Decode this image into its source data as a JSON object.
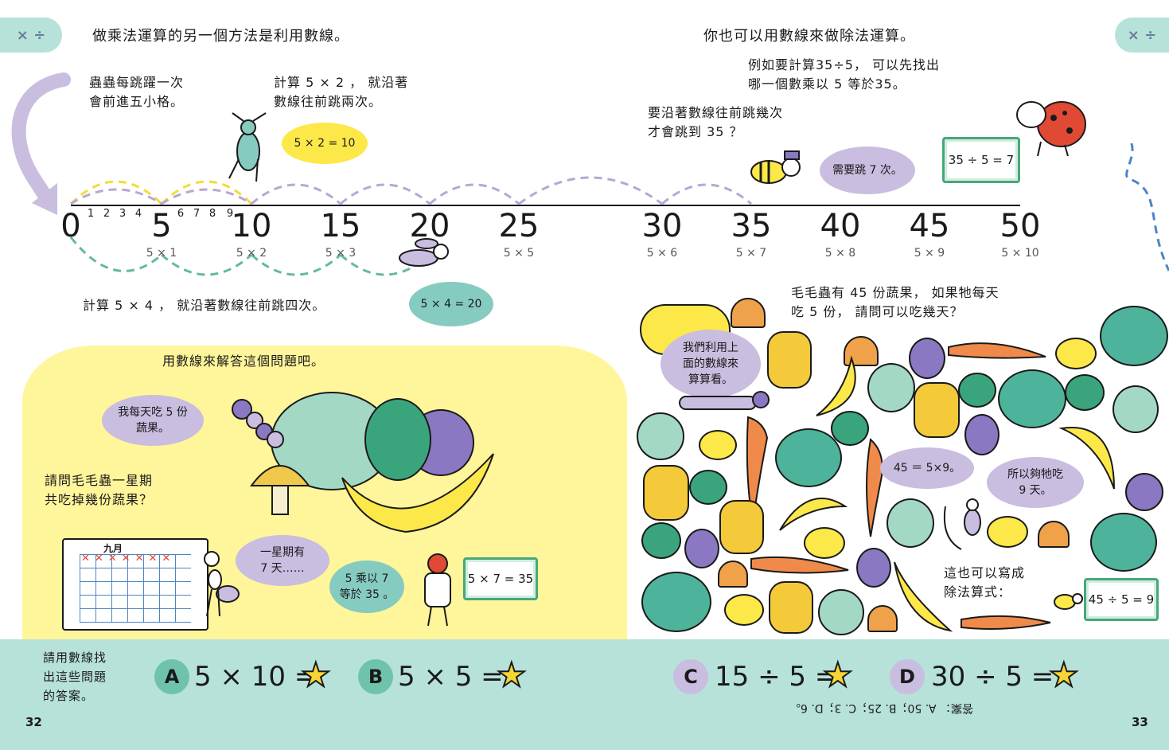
{
  "corner_left": {
    "symbol": "× ÷"
  },
  "corner_right": {
    "symbol": "× ÷"
  },
  "intro_left": "做乘法運算的另一個方法是利用數線。",
  "intro_right": "你也可以用數線來做除法運算。",
  "bug_note": "蟲蟲每跳躍一次\n會前進五小格。",
  "calc_5x2_note": "計算 5 × 2 ， 就沿著\n數線往前跳兩次。",
  "bubble_5x2": "5 × 2 = 10",
  "division_example": "例如要計算35÷5， 可以先找出\n哪一個數乘以 5 等於35。",
  "jump_question": "要沿著數線往前跳幾次\n才會跳到 35 ？",
  "bubble_jumps": "需要跳 7 次。",
  "board_35div5": "35 ÷ 5 = 7",
  "number_line": {
    "small_ticks": [
      "1",
      "2",
      "3",
      "4",
      "6",
      "7",
      "8",
      "9"
    ],
    "major": [
      "0",
      "5",
      "10",
      "15",
      "20",
      "25",
      "30",
      "35",
      "40",
      "45",
      "50"
    ],
    "mul_labels": [
      "5 × 1",
      "5 × 2",
      "5 × 3",
      "5 × 5",
      "5 × 6",
      "5 × 7",
      "5 × 8",
      "5 × 9",
      "5 × 10"
    ]
  },
  "calc_5x4_note": "計算 5 × 4 ， 就沿著數線往前跳四次。",
  "bubble_5x4": "5 × 4 = 20",
  "caterpillar_section": {
    "prompt": "用數線來解答這個問題吧。",
    "bubble_daily": "我每天吃 5 份\n蔬果。",
    "question": "請問毛毛蟲一星期\n共吃掉幾份蔬果？",
    "calendar_month": "九月",
    "bubble_week": "一星期有\n7 天……",
    "bubble_5x7": "5 乘以 7\n等於 35 。",
    "board_5x7": "5 × 7 = 35"
  },
  "fruit_section": {
    "question": "毛毛蟲有 45 份蔬果， 如果牠每天\n吃 5 份， 請問可以吃幾天？",
    "bubble_use_line": "我們利用上\n面的數線來\n算算看。",
    "bubble_45": "45 ＝ 5×9。",
    "bubble_9days": "所以夠牠吃\n9 天。",
    "also_note": "這也可以寫成\n除法算式：",
    "board_45div5": "45 ÷ 5 = 9"
  },
  "footer": {
    "instruction": "請用數線找\n出這些問題\n的答案。",
    "problems": [
      {
        "letter": "A",
        "expr": "5 × 10 ="
      },
      {
        "letter": "B",
        "expr": "5 × 5 ="
      },
      {
        "letter": "C",
        "expr": "15 ÷ 5 ="
      },
      {
        "letter": "D",
        "expr": "30 ÷ 5 ="
      }
    ],
    "answers_upside_down": "答案： A. 50；B. 25；C. 3；D. 6。"
  },
  "page_left": "32",
  "page_right": "33",
  "colors": {
    "teal": "#b7e2da",
    "yellow": "#fde84a",
    "purple": "#c9bde0",
    "arc_yellow": "#f2dd33",
    "arc_purple": "#b6a8d6",
    "arc_teal": "#62b9a2"
  }
}
